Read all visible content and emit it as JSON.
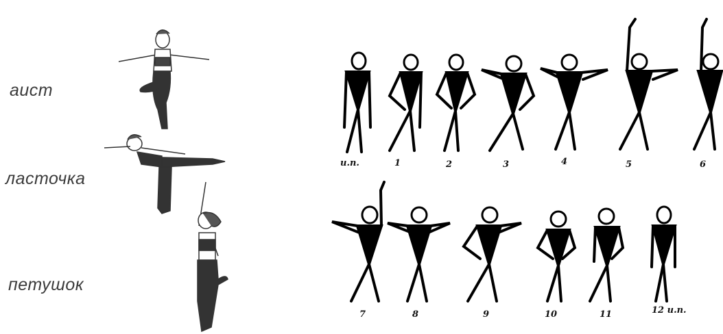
{
  "poses": {
    "aist": "аист",
    "lastochka": "ласточка",
    "petushok": "петушок"
  },
  "sequence": {
    "top": [
      "и.п.",
      "1",
      "2",
      "3",
      "4",
      "5",
      "6"
    ],
    "bottom": [
      "7",
      "8",
      "9",
      "10",
      "11",
      "12 и.п."
    ]
  }
}
